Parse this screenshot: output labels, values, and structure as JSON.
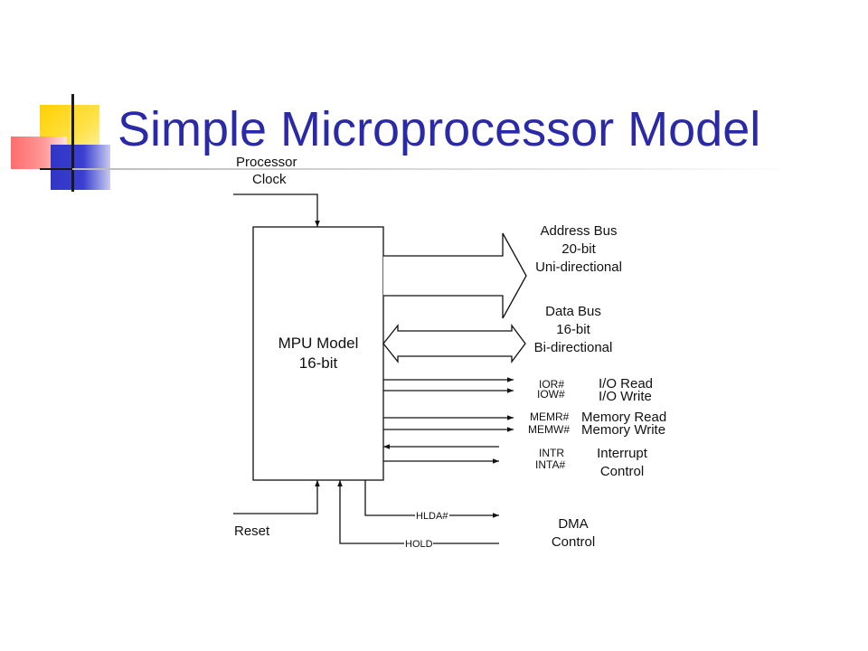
{
  "slide": {
    "title": "Simple Microprocessor Model"
  },
  "diagram": {
    "mpu": {
      "line1": "MPU Model",
      "line2": "16-bit"
    },
    "clock": {
      "line1": "Processor",
      "line2": "Clock"
    },
    "address_bus": {
      "line1": "Address Bus",
      "line2": "20-bit",
      "line3": "Uni-directional"
    },
    "data_bus": {
      "line1": "Data Bus",
      "line2": "16-bit",
      "line3": "Bi-directional"
    },
    "io": {
      "ior": "IOR#",
      "iow": "IOW#",
      "read": "I/O Read",
      "write": "I/O Write"
    },
    "memory": {
      "memr": "MEMR#",
      "memw": "MEMW#",
      "read": "Memory Read",
      "write": "Memory Write"
    },
    "interrupt": {
      "intr": "INTR",
      "inta": "INTA#",
      "line1": "Interrupt",
      "line2": "Control"
    },
    "dma": {
      "hlda": "HLDA#",
      "hold": "HOLD",
      "line1": "DMA",
      "line2": "Control"
    },
    "reset": "Reset"
  }
}
